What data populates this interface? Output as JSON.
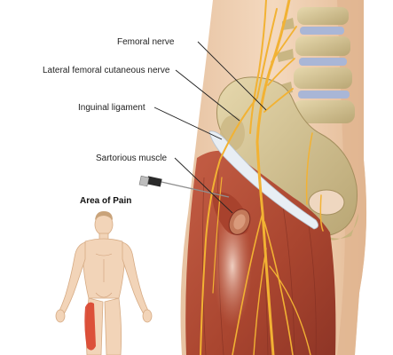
{
  "labels": {
    "femoral_nerve": "Femoral nerve",
    "lateral_femoral_cutaneous_nerve": "Lateral femoral cutaneous nerve",
    "inguinal_ligament": "Inguinal ligament",
    "sartorius_muscle": "Sartorious muscle",
    "area_of_pain": "Area of Pain"
  },
  "colors": {
    "skin": "#f2d4b8",
    "skin_shadow": "#e2b892",
    "bone": "#d8c79a",
    "bone_shadow": "#b8a470",
    "vertebra_disc": "#a9b6d6",
    "muscle": "#b5503c",
    "muscle_dark": "#8a3428",
    "nerve": "#f2b233",
    "ligament": "#e8eef4",
    "pain_area": "#d9412b",
    "leader_line": "#222222",
    "needle": "#8f8f8f"
  },
  "icons": {
    "needle": "syringe-needle-icon"
  }
}
